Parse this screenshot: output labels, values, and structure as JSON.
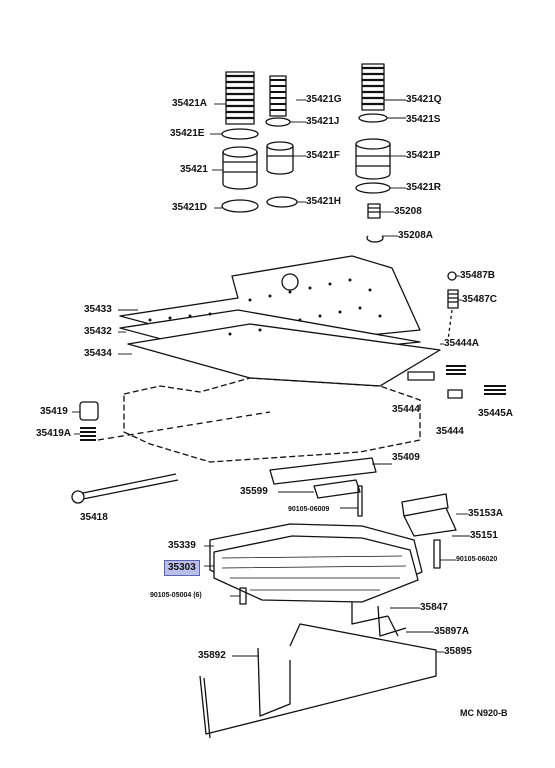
{
  "diagram_code": "MC N920-B",
  "highlighted_part": "35303",
  "parts": {
    "p35421A": "35421A",
    "p35421G": "35421G",
    "p35421Q": "35421Q",
    "p35421E": "35421E",
    "p35421J": "35421J",
    "p35421S": "35421S",
    "p35421": "35421",
    "p35421F": "35421F",
    "p35421P": "35421P",
    "p35421R": "35421R",
    "p35421D": "35421D",
    "p35421H": "35421H",
    "p35208": "35208",
    "p35208A": "35208A",
    "p35487B": "35487B",
    "p35487C": "35487C",
    "p35433": "35433",
    "p35432": "35432",
    "p35434": "35434",
    "p35444A": "35444A",
    "p35419": "35419",
    "p35419A": "35419A",
    "p35444a": "35444",
    "p35444b": "35444",
    "p35445A": "35445A",
    "p35409": "35409",
    "p35599": "35599",
    "p90105_06009": "90105-06009",
    "p35418": "35418",
    "p35153A": "35153A",
    "p35151": "35151",
    "p35339": "35339",
    "p35303": "35303",
    "p90105_06020": "90105-06020",
    "p90105_05004": "90105-05004 (6)",
    "p35847": "35847",
    "p35897A": "35897A",
    "p35892": "35892",
    "p35895": "35895"
  }
}
